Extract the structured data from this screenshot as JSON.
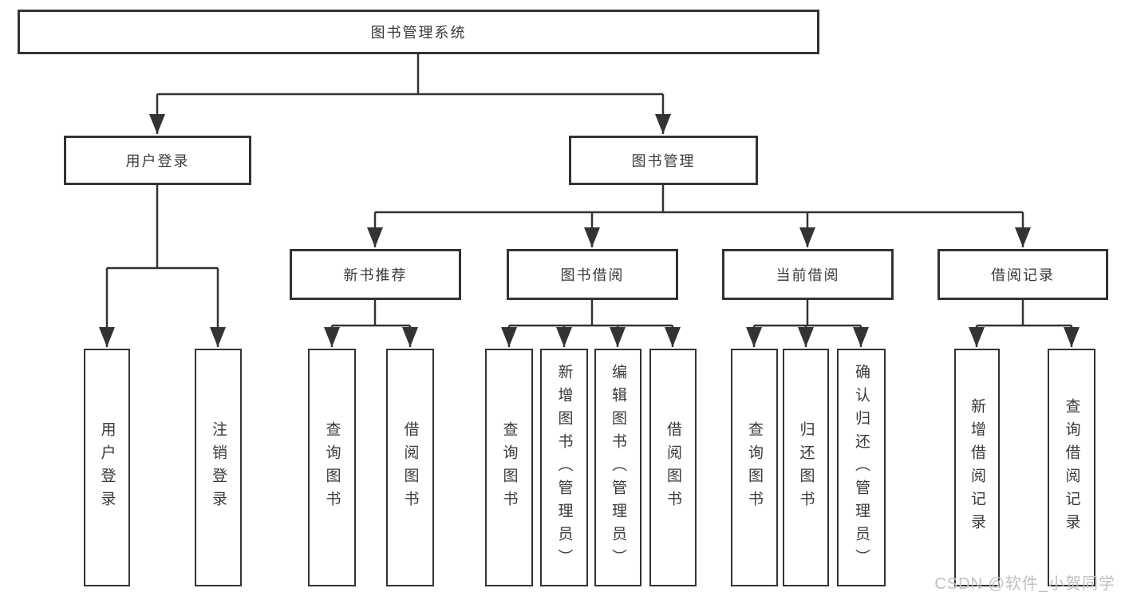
{
  "tree": {
    "root": {
      "label": "图书管理系统"
    },
    "branches": [
      {
        "label": "用户登录",
        "children": [
          {
            "label": "用户登录"
          },
          {
            "label": "注销登录"
          }
        ]
      },
      {
        "label": "图书管理",
        "children": [
          {
            "label": "新书推荐",
            "children": [
              {
                "label": "查询图书"
              },
              {
                "label": "借阅图书"
              }
            ]
          },
          {
            "label": "图书借阅",
            "children": [
              {
                "label": "查询图书"
              },
              {
                "label": "新增图书（管理员）"
              },
              {
                "label": "编辑图书（管理员）"
              },
              {
                "label": "借阅图书"
              }
            ]
          },
          {
            "label": "当前借阅",
            "children": [
              {
                "label": "查询图书"
              },
              {
                "label": "归还图书"
              },
              {
                "label": "确认归还（管理员）"
              }
            ]
          },
          {
            "label": "借阅记录",
            "children": [
              {
                "label": "新增借阅记录"
              },
              {
                "label": "查询借阅记录"
              }
            ]
          }
        ]
      }
    ]
  },
  "watermark": "CSDN @软件_小贺同学",
  "colors": {
    "line": "#333333",
    "text": "#3a3a3a",
    "watermark": "#c0c0c0"
  }
}
